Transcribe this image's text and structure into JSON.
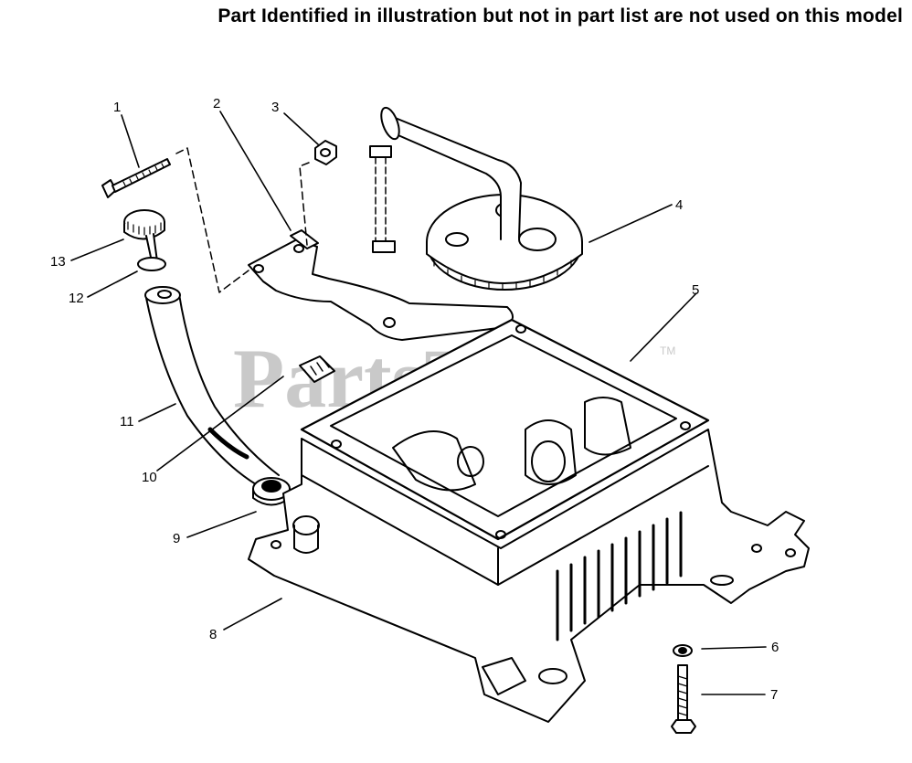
{
  "header": {
    "notice": "Part Identified in illustration but not in part list are not used on this model"
  },
  "watermark": {
    "text": "PartsTree",
    "tm": "TM"
  },
  "callouts": [
    "1",
    "2",
    "3",
    "4",
    "5",
    "6",
    "7",
    "8",
    "9",
    "10",
    "11",
    "12",
    "13"
  ],
  "colors": {
    "ink": "#000000",
    "watermark": "#c9c9c9"
  }
}
